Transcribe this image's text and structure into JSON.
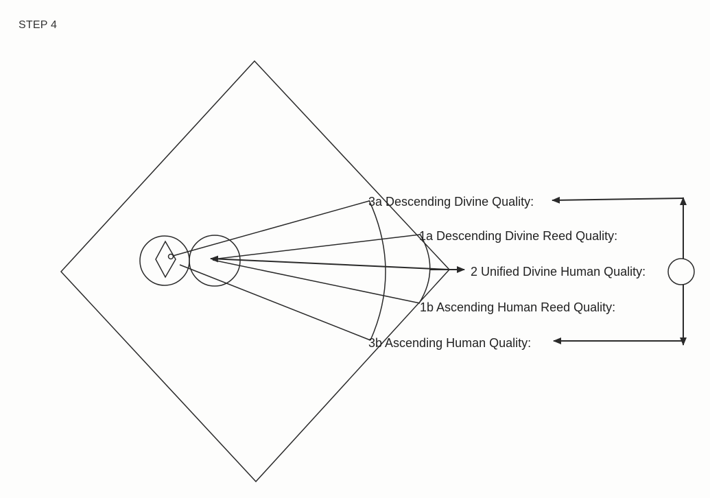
{
  "step_title": "STEP 4",
  "labels": {
    "q3a": "3a Descending Divine Quality:",
    "q1a": "1a Descending Divine Reed Quality:",
    "q2": "2 Unified Divine Human Quality:",
    "q1b": "1b Ascending Human Reed Quality:",
    "q3b": "3b Ascending Human Quality:"
  },
  "colors": {
    "ink": "#2a2a2a",
    "background": "#fdfdfc"
  }
}
